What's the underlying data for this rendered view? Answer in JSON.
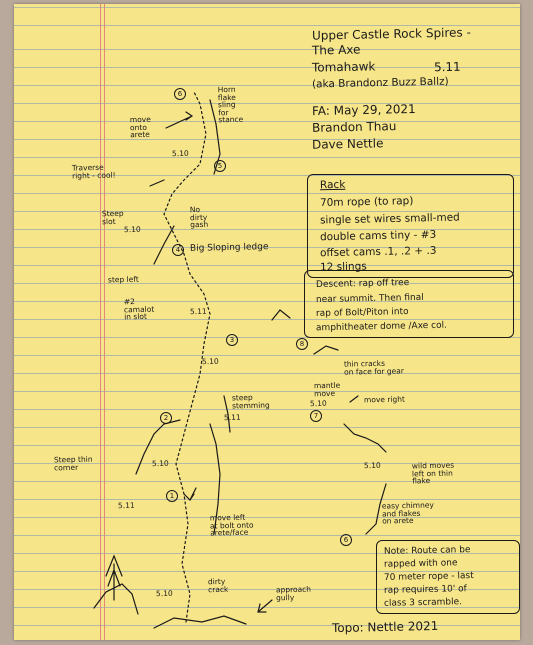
{
  "title": {
    "line1": "Upper Castle Rock Spires -",
    "line2": "The Axe",
    "route": "Tomahawk",
    "grade": "5.11",
    "aka": "(aka Brandonz Buzz Ballz)"
  },
  "fa": {
    "label": "FA: May 29, 2021",
    "climber1": "Brandon Thau",
    "climber2": "Dave Nettle"
  },
  "rack": {
    "heading": "Rack",
    "items": [
      "70m rope (to rap)",
      "single set wires small-med",
      "double cams tiny - #3",
      "offset cams .1, .2 + .3",
      "12 slings"
    ]
  },
  "descent": {
    "lines": [
      "Descent: rap off tree",
      "near summit. Then final",
      "rap of Bolt/Piton into",
      "amphitheater dome /Axe col."
    ]
  },
  "note": {
    "lines": [
      "Note: Route can be",
      "rapped with one",
      "70 meter rope - last",
      "rap requires 10' of",
      "class 3 scramble."
    ]
  },
  "credit": "Topo: Nettle 2021",
  "left_labels": {
    "horn": [
      "Horn",
      "flake",
      "sling",
      "for",
      "stance"
    ],
    "move_onto": [
      "move",
      "onto",
      "arete"
    ],
    "traverse": [
      "Traverse",
      "right - cool!"
    ],
    "steep_slot": [
      "Steep",
      "slot"
    ],
    "no_dirty": [
      "No",
      "dirty",
      "gash"
    ],
    "big_ledge": "Big Sloping ledge",
    "step_left": "step left",
    "camalot": [
      "#2",
      "camalot",
      "in slot"
    ],
    "steep_stemming": [
      "steep",
      "stemming"
    ],
    "steep_thin": [
      "Steep thin",
      "corner"
    ],
    "move_left": [
      "move left",
      "at bolt onto",
      "arete/face"
    ],
    "dirty_crack": [
      "dirty",
      "crack"
    ],
    "approach": [
      "approach",
      "gully"
    ]
  },
  "right_labels": {
    "thin_cracks": [
      "thin cracks",
      "on face for gear"
    ],
    "mantle": [
      "mantle",
      "move"
    ],
    "move_right": "move right",
    "wild_moves": [
      "wild moves",
      "left on thin",
      "flake"
    ],
    "easy_chimney": [
      "easy chimney",
      "and flakes",
      "on arete"
    ]
  },
  "pitches": [
    "6",
    "5",
    "4",
    "3",
    "2",
    "1",
    "8",
    "7",
    "6"
  ],
  "grades": {
    "p6": "5.10",
    "p5": "5.10",
    "p4": "5.11",
    "p3": "5.10",
    "p2": "5.11",
    "p2b": "5.10",
    "p1": "5.11",
    "p1b": "5.10",
    "r8": "5.10",
    "r7": "5.10"
  }
}
